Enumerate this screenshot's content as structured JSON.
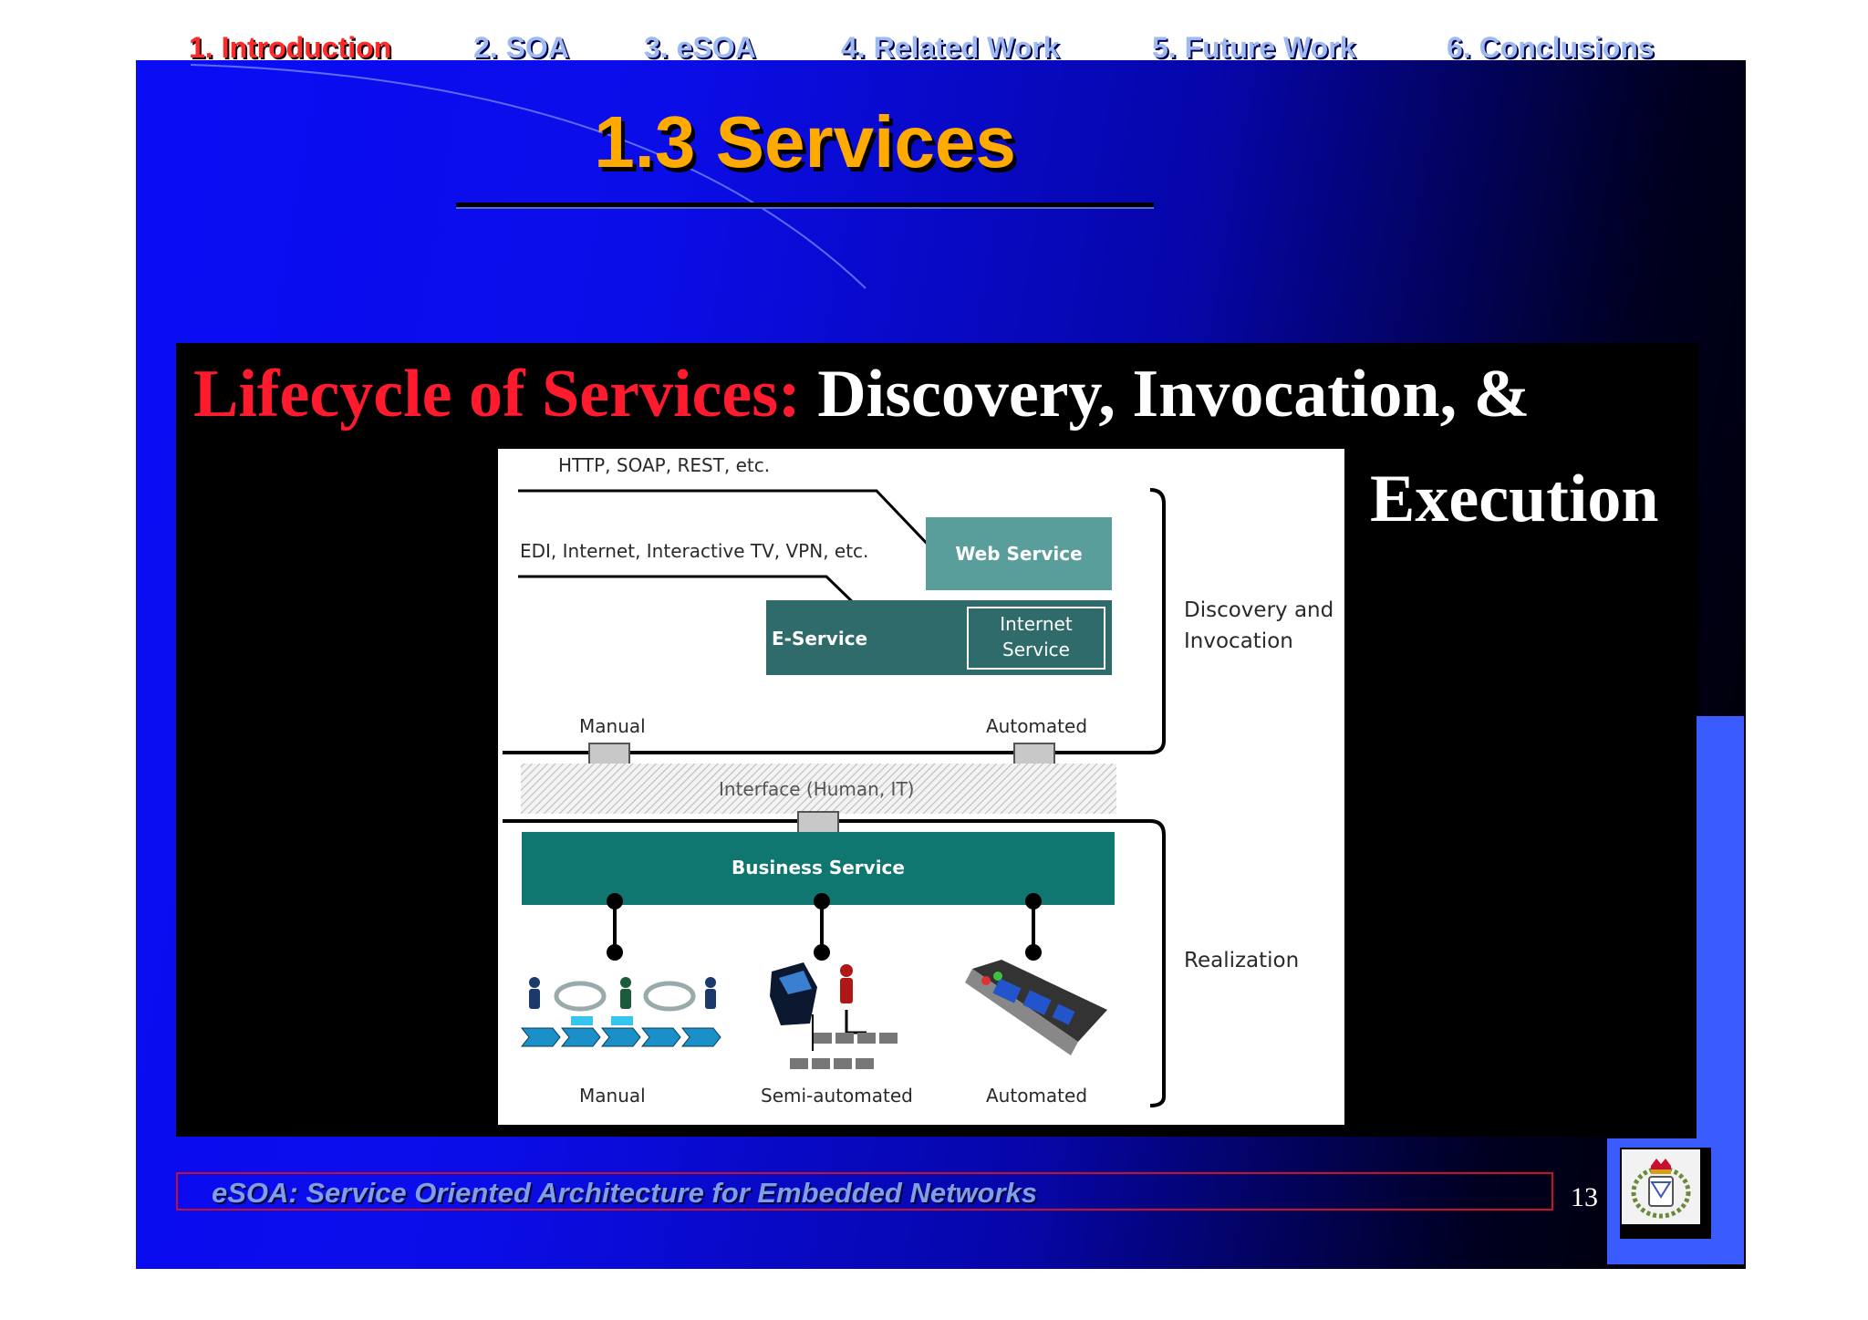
{
  "nav": {
    "items": [
      {
        "label": "1. Introduction",
        "active": true
      },
      {
        "label": "2. SOA",
        "active": false
      },
      {
        "label": "3.  eSOA",
        "active": false
      },
      {
        "label": "4. Related  Work",
        "active": false
      },
      {
        "label": "5. Future  Work",
        "active": false
      },
      {
        "label": "6. Conclusions",
        "active": false
      }
    ]
  },
  "slide": {
    "title": "1.3 Services",
    "heading_red": "Lifecycle of Services:",
    "heading_white": " Discovery, Invocation, &",
    "heading_line2": "Execution"
  },
  "diagram": {
    "protocols_label": "HTTP, SOAP, REST, etc.",
    "networks_label": "EDI, Internet, Interactive TV, VPN, etc.",
    "web_service": "Web Service",
    "e_service": "E-Service",
    "internet_service_line1": "Internet",
    "internet_service_line2": "Service",
    "manual_top": "Manual",
    "automated_top": "Automated",
    "interface": "Interface (Human, IT)",
    "business_service": "Business Service",
    "discovery_line1": "Discovery and",
    "discovery_line2": "Invocation",
    "realization": "Realization",
    "manual_bottom": "Manual",
    "semi_automated": "Semi-automated",
    "automated_bottom": "Automated"
  },
  "footer": {
    "text": "eSOA: Service Oriented Architecture for Embedded Networks",
    "page_number": "13"
  },
  "colors": {
    "title": "#ffaa00",
    "nav_active": "#ff2a2a",
    "nav_inactive": "#9fbaf0",
    "heading_red": "#ff1a2e",
    "teal_dark": "#0f7670",
    "teal_medium": "#2e6b6a",
    "teal_light": "#5a9e9b"
  }
}
